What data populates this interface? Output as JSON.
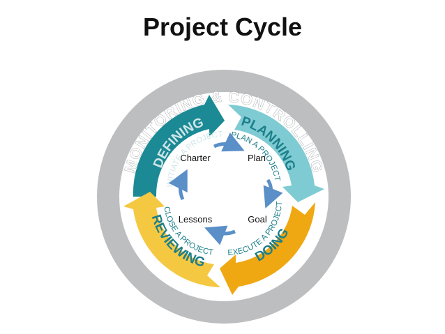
{
  "title": "Project Cycle",
  "outer_ring_label": "MONITORING & CONTROLLING",
  "phases": [
    {
      "title": "DEFINING",
      "subtitle": "INITIATE A PROJECT",
      "color": "#1C8A95",
      "text_color": "#CFE6E8"
    },
    {
      "title": "PLANNING",
      "subtitle": "PLAN A PROJECT",
      "color": "#7ECBD3",
      "text_color": "#1C7F8A"
    },
    {
      "title": "DOING",
      "subtitle": "EXECUTE A PROJECT",
      "color": "#EFA812",
      "text_color": "#1C7F8A"
    },
    {
      "title": "REVIEWING",
      "subtitle": "CLOSE A PROJECT",
      "color": "#F5C842",
      "text_color": "#1C7F8A"
    }
  ],
  "inner_labels": [
    "Charter",
    "Plan",
    "Goal",
    "Lessons"
  ],
  "colors": {
    "ring": "#BDBEC0",
    "ring_text": "#FFFFFF",
    "inner_arrows": "#5A8FC8",
    "background": "#FFFFFF"
  }
}
